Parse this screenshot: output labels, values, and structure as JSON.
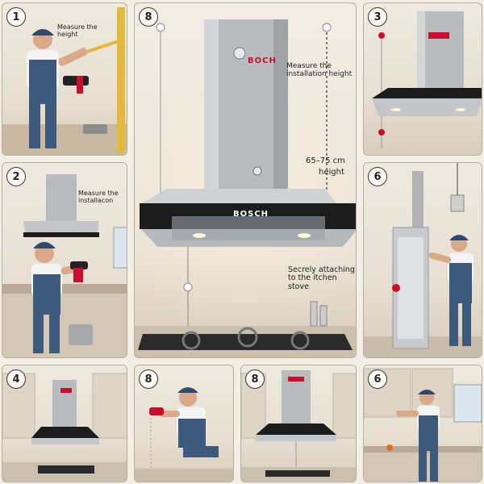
{
  "panels": [
    {
      "number": "1",
      "caption": "Measure the height"
    },
    {
      "number": "8"
    },
    {
      "number": "3"
    },
    {
      "number": "2",
      "caption": "Measure the installacon"
    },
    {
      "number": "6"
    },
    {
      "number": "4"
    },
    {
      "number": "8"
    },
    {
      "number": "8"
    },
    {
      "number": "6"
    }
  ],
  "main": {
    "brand_top": "BOCH",
    "brand_front": "BOSCH",
    "measure_note": "Measure the installation height",
    "height_value": "65–75 cm",
    "height_label": "height",
    "attach_note": "Secrely attaching to the itchen stove"
  },
  "colors": {
    "steel": "#b9bcbf",
    "dark": "#1c1c1c",
    "brand_red": "#c8102e",
    "worker_blue": "#3d5a7d",
    "wall": "#ece5da"
  }
}
